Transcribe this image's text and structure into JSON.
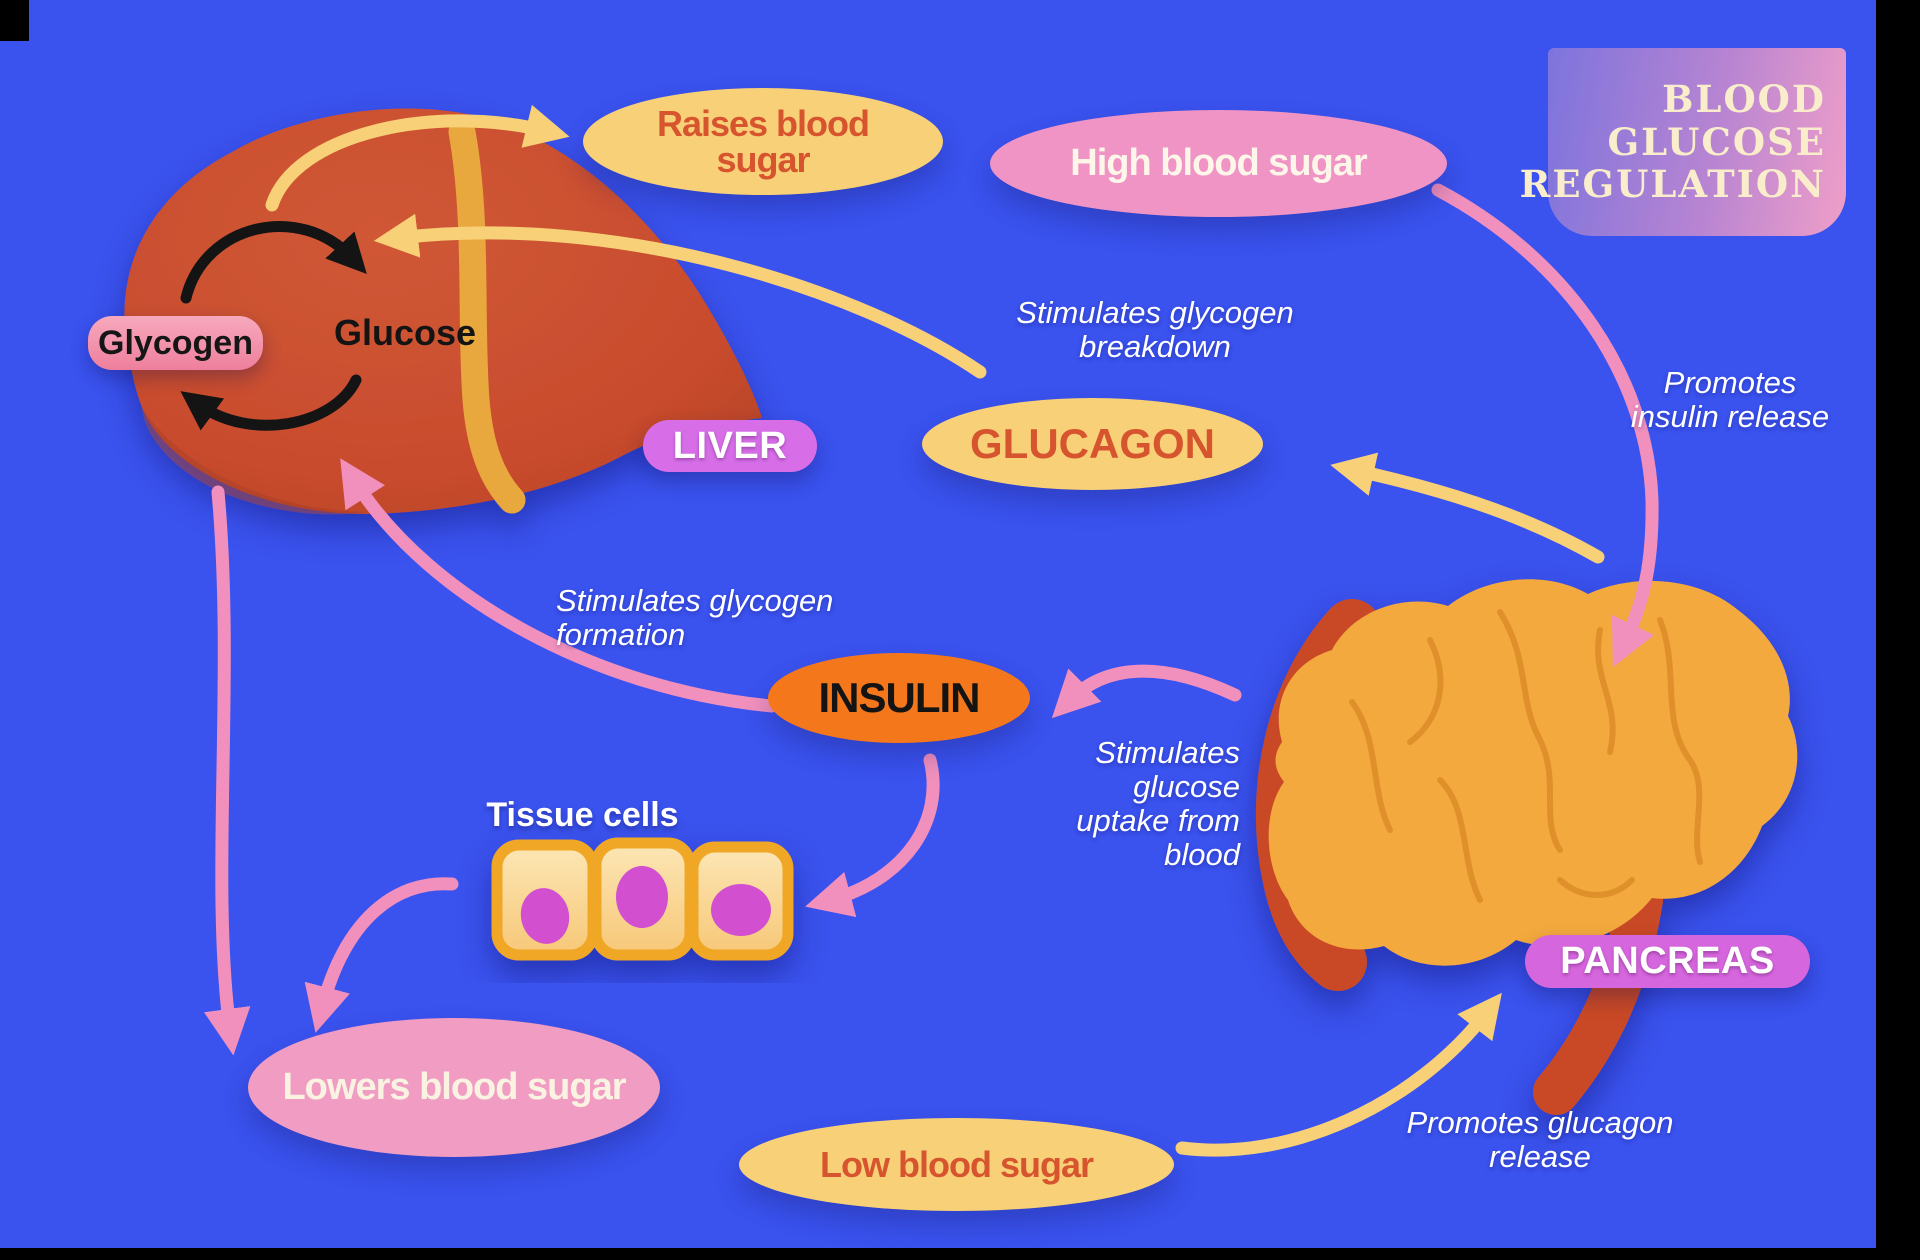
{
  "title": {
    "line1": "BLOOD",
    "line2": "GLUCOSE",
    "line3": "REGULATION"
  },
  "organs": {
    "liver_label": "LIVER",
    "pancreas_label": "PANCREAS",
    "tissue_cells_label": "Tissue cells",
    "glycogen_label": "Glycogen",
    "glucose_label": "Glucose"
  },
  "hormones": {
    "glucagon": "GLUCAGON",
    "insulin": "INSULIN"
  },
  "states": {
    "raises_blood_sugar": "Raises blood\nsugar",
    "high_blood_sugar": "High blood sugar",
    "lowers_blood_sugar": "Lowers blood sugar",
    "low_blood_sugar": "Low blood sugar"
  },
  "captions": {
    "stimulates_glycogen_breakdown": "Stimulates glycogen\nbreakdown",
    "promotes_insulin_release": "Promotes\ninsulin release",
    "stimulates_glycogen_formation": "Stimulates glycogen\nformation",
    "stimulates_glucose_uptake": "Stimulates\nglucose\nuptake from\nblood",
    "promotes_glucagon_release": "Promotes glucagon\nrelease"
  },
  "colors": {
    "background": "#3a52ee",
    "node_yellow": "#f8d077",
    "node_pink": "#ef94c5",
    "insulin_orange": "#f4771c",
    "accent_red_text": "#d6542e",
    "organ_pill_orchid": "#d666dd",
    "title_cream": "#f9edcb",
    "liver_red": "#c84b2d",
    "pancreas_orange": "#f3a93c",
    "arrow_pink": "#f190bd",
    "arrow_yellow": "#f8d077"
  }
}
